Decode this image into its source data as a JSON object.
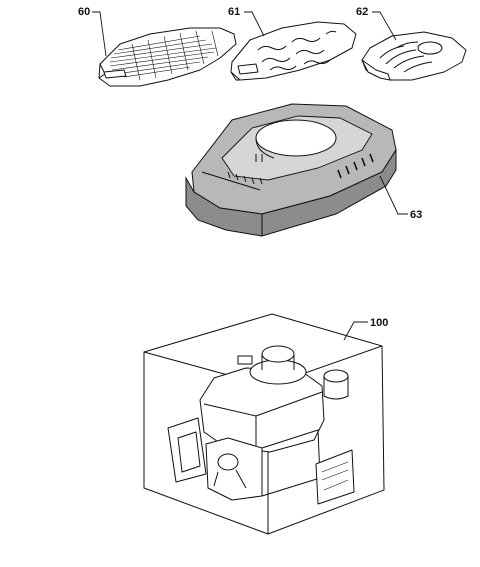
{
  "diagram": {
    "parts": [
      {
        "id": "part-60",
        "label": "60"
      },
      {
        "id": "part-61",
        "label": "61"
      },
      {
        "id": "part-62",
        "label": "62"
      },
      {
        "id": "part-63",
        "label": "63"
      },
      {
        "id": "part-100",
        "label": "100"
      }
    ],
    "colors": {
      "ink": "#111111",
      "cover_dark": "#8c8c8c",
      "cover_mid": "#b8b8b8",
      "cover_light": "#d6d6d6",
      "paper": "#ffffff"
    }
  }
}
